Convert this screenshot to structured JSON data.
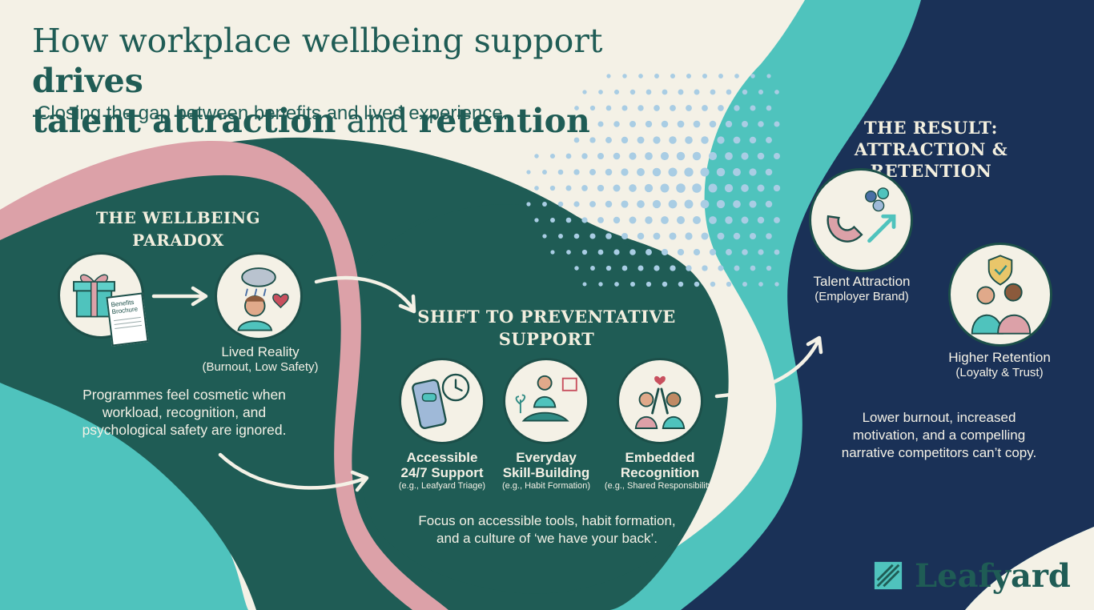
{
  "header": {
    "title_part1": "How workplace wellbeing support ",
    "title_bold1": "drives",
    "title_line2_bold1": "talent attraction",
    "title_part2": " and ",
    "title_bold2": "retention",
    "subtitle": "Closing the gap between benefits and lived experience."
  },
  "paradox": {
    "heading_line1": "THE WELLBEING",
    "heading_line2": "PARADOX",
    "brochure_text": "Benefits Brochure",
    "lived_title": "Lived Reality",
    "lived_sub": "(Burnout, Low Safety)",
    "paragraph_line1": "Programmes feel cosmetic when",
    "paragraph_line2": "workload, recognition, and",
    "paragraph_line3": "psychological safety are ignored."
  },
  "shift": {
    "heading_line1": "SHIFT TO PREVENTATIVE",
    "heading_line2": "SUPPORT",
    "items": [
      {
        "line1": "Accessible",
        "line2": "24/7 Support",
        "example": "(e.g., Leafyard Triage)"
      },
      {
        "line1": "Everyday",
        "line2": "Skill-Building",
        "example": "(e.g., Habit Formation)"
      },
      {
        "line1": "Embedded",
        "line2": "Recognition",
        "example": "(e.g., Shared Responsibility)"
      }
    ],
    "paragraph_line1": "Focus on accessible tools, habit formation,",
    "paragraph_line2": "and a culture of ‘we have your back’."
  },
  "result": {
    "heading_line1": "THE RESULT:",
    "heading_line2": "ATTRACTION & RETENTION",
    "attraction_title": "Talent Attraction",
    "attraction_sub": "(Employer Brand)",
    "retention_title": "Higher Retention",
    "retention_sub": "(Loyalty & Trust)",
    "paragraph_line1": "Lower burnout, increased",
    "paragraph_line2": "motivation, and a compelling",
    "paragraph_line3": "narrative competitors can’t copy."
  },
  "brand": {
    "name": "Leafyard"
  },
  "colors": {
    "cream": "#f4f1e6",
    "dark_teal": "#1f5c55",
    "turquoise": "#4fc3bd",
    "pink": "#dca1a8",
    "navy": "#1a3157",
    "dots": "#a9cde4"
  }
}
